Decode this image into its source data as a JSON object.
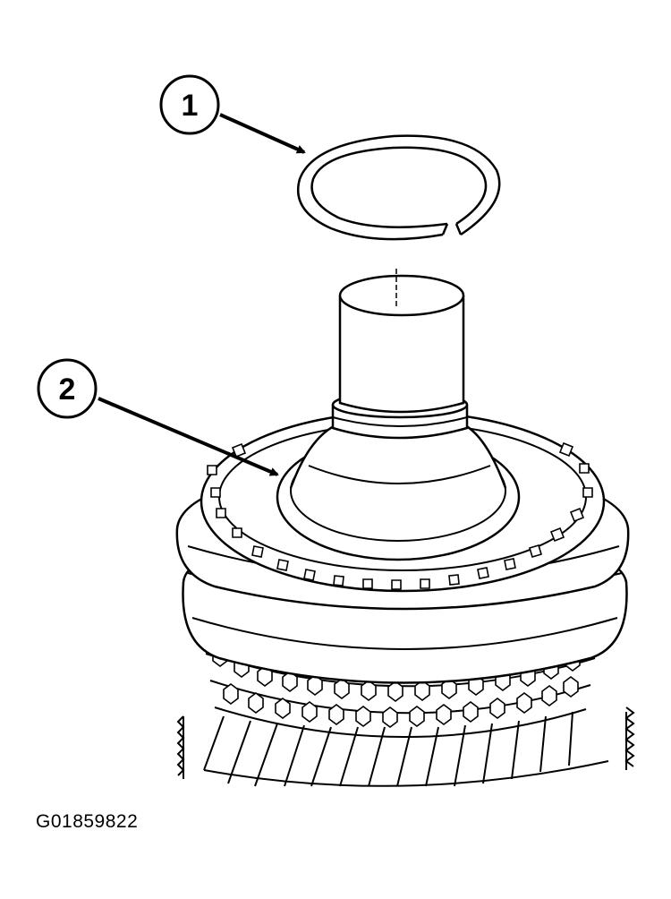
{
  "callouts": [
    {
      "label": "1",
      "part": "snap-ring"
    },
    {
      "label": "2",
      "part": "shaft-groove"
    }
  ],
  "figure_id": "G01859822",
  "colors": {
    "ink": "#000000",
    "paper": "#ffffff"
  }
}
